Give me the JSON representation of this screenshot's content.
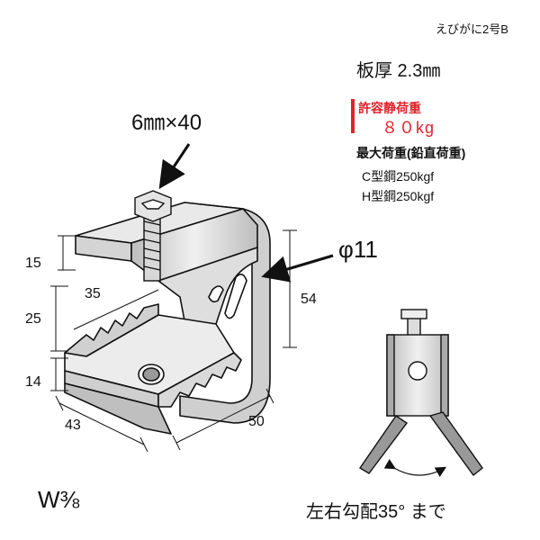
{
  "header": {
    "product_name": "えびがに2号B",
    "plate_thickness": "板厚 2.3㎜",
    "static_load_label": "許容静荷重",
    "static_load_value": "８０kg",
    "max_load_label": "最大荷重(鉛直荷重)",
    "c_channel_load": "C型鋼250kgf",
    "h_beam_load": "H型鋼250kgf"
  },
  "diagram": {
    "bolt_spec": "6㎜×40",
    "hole_diameter": "φ11",
    "dim_15": "15",
    "dim_35": "35",
    "dim_25": "25",
    "dim_14": "14",
    "dim_43": "43",
    "dim_50": "50",
    "dim_54": "54",
    "thread_spec": "W⅜"
  },
  "side_view": {
    "angle_note": "左右勾配35° まで"
  },
  "colors": {
    "red": "#e0222a",
    "metal_light": "#e6e6e6",
    "metal_mid": "#c8c8c8",
    "outline": "#111111"
  }
}
